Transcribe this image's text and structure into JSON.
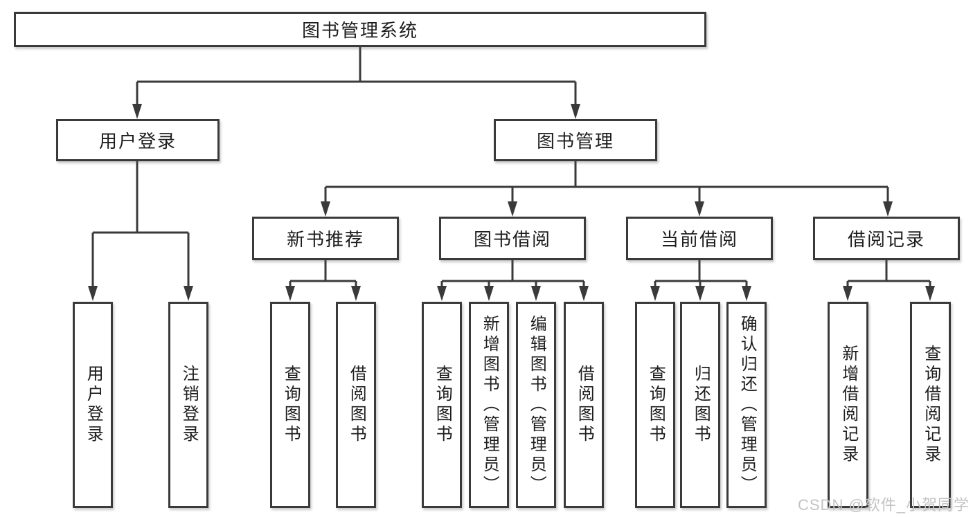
{
  "title": "图书管理系统",
  "watermark": "CSDN @软件_小贺同学",
  "colors": {
    "line": "#3a3a3a",
    "box_border": "#3a3a3a",
    "text": "#1d1d1d",
    "background": "#ffffff",
    "watermark": "#c3c3c3"
  },
  "tree": {
    "root": "图书管理系统",
    "branches": [
      {
        "label": "用户登录",
        "children": [
          "用户登录",
          "注销登录"
        ]
      },
      {
        "label": "图书管理",
        "sections": [
          {
            "label": "新书推荐",
            "children": [
              "查询图书",
              "借阅图书"
            ]
          },
          {
            "label": "图书借阅",
            "children": [
              "查询图书",
              "新增图书（管理员）",
              "编辑图书（管理员）",
              "借阅图书"
            ]
          },
          {
            "label": "当前借阅",
            "children": [
              "查询图书",
              "归还图书",
              "确认归还（管理员）"
            ]
          },
          {
            "label": "借阅记录",
            "children": [
              "新增借阅记录",
              "查询借阅记录"
            ]
          }
        ]
      }
    ]
  }
}
